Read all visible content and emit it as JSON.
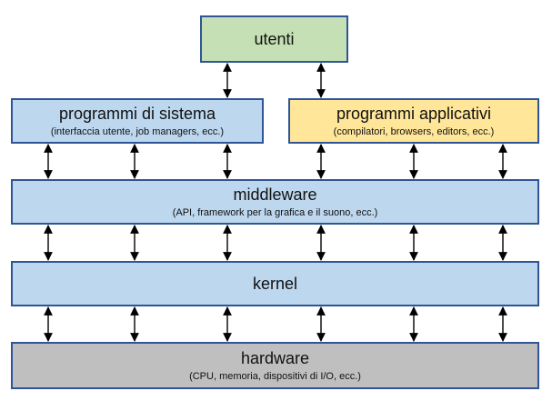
{
  "layers": {
    "utenti": {
      "title": "utenti"
    },
    "sistema": {
      "title": "programmi di sistema",
      "subtitle": "(interfaccia utente, job  managers, ecc.)"
    },
    "applicativi": {
      "title": "programmi applicativi",
      "subtitle": "(compilatori, browsers, editors, ecc.)"
    },
    "middleware": {
      "title": "middleware",
      "subtitle": "(API, framework per la grafica e il suono, ecc.)"
    },
    "kernel": {
      "title": "kernel"
    },
    "hardware": {
      "title": "hardware",
      "subtitle": "(CPU, memoria, dispositivi di I/O, ecc.)"
    }
  },
  "colors": {
    "border": "#2F5597",
    "utenti": "#C5E0B4",
    "blue_layer": "#BDD7EE",
    "applicativi": "#FFE699",
    "hardware": "#BFBFBF",
    "arrow": "#000000"
  }
}
